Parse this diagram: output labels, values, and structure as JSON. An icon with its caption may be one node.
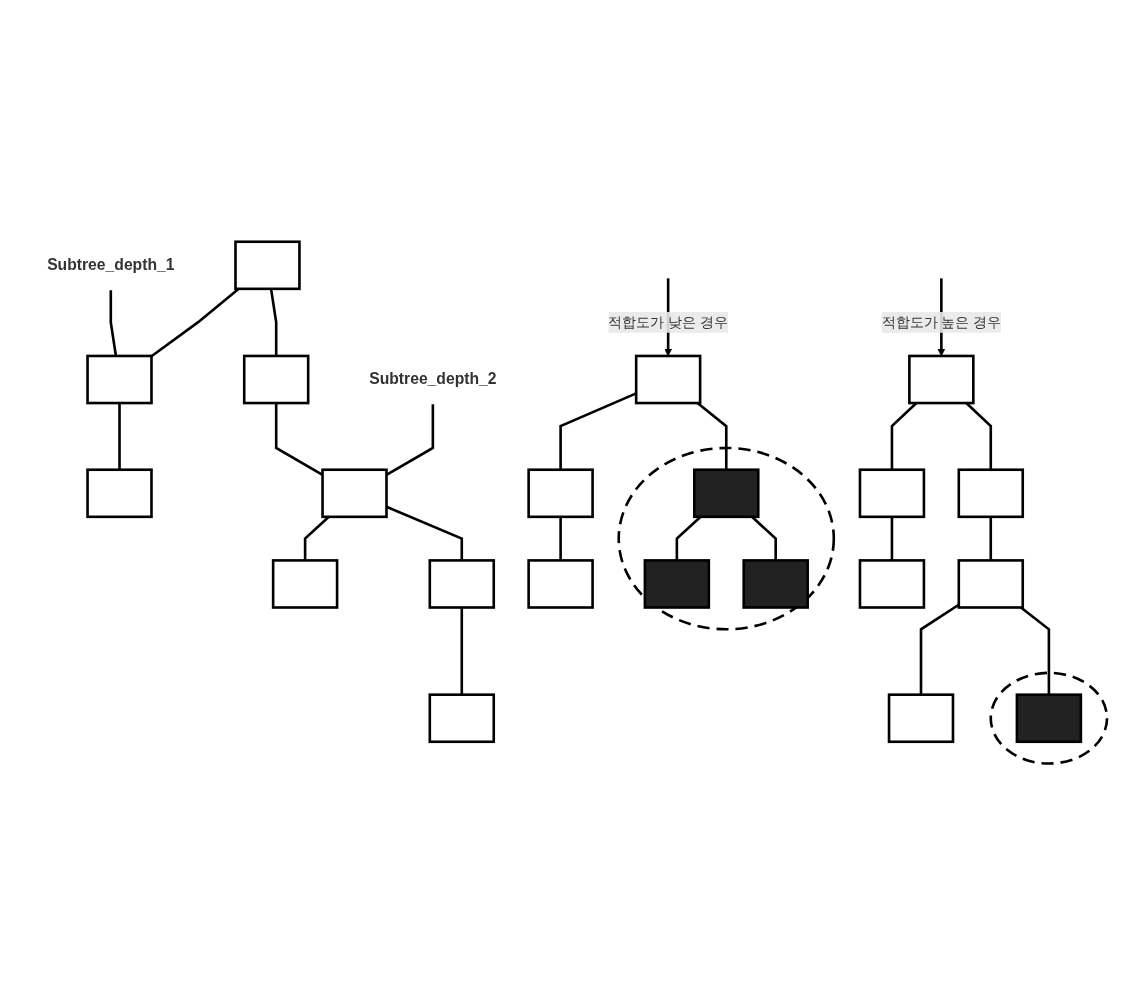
{
  "diagram": {
    "nodes": [
      {
        "text": [],
        "shape": "box"
      },
      {
        "text": [
          "Subtree_depth_1"
        ]
      },
      {
        "text": [],
        "shape": "box"
      },
      {
        "text": [],
        "shape": "box"
      },
      {
        "text": [],
        "shape": "box"
      },
      {
        "text": [
          "Subtree_depth_2"
        ]
      },
      {
        "text": [],
        "shape": "box"
      },
      {
        "text": [],
        "shape": "box"
      },
      {
        "text": [],
        "shape": "box"
      },
      {
        "text": [],
        "shape": "box"
      },
      {
        "text": [],
        "shape": "box"
      },
      {
        "text": [],
        "shape": "box"
      },
      {
        "text": [],
        "shape": "box"
      },
      {
        "text": [],
        "shape": "box"
      },
      {
        "text": [],
        "shape": "box"
      },
      {
        "text": [],
        "shape": "box"
      },
      {
        "text": [],
        "shape": "circle"
      },
      {
        "text": [],
        "shape": "box",
        "in": 16
      },
      {
        "text": [],
        "shape": "box"
      },
      {
        "text": [],
        "shape": "box"
      },
      {
        "text": [],
        "shape": "circle"
      },
      {
        "text": [],
        "shape": "box",
        "in": 20
      },
      {
        "text": [],
        "shape": "box"
      },
      {
        "text": [],
        "shape": "box",
        "in": 20
      },
      {
        "text": [],
        "shape": "box",
        "in": 20
      }
    ],
    "edges": [
      {
        "from": 0,
        "to": 2,
        "arrow": "none"
      },
      {
        "from": 0,
        "to": 3,
        "arrow": "none"
      },
      {
        "from": 2,
        "to": 4,
        "arrow": "none"
      },
      {
        "from": 3,
        "to": 6,
        "arrow": "none"
      },
      {
        "from": 6,
        "to": 7,
        "arrow": "none"
      },
      {
        "from": 6,
        "to": 8,
        "arrow": "none"
      },
      {
        "from": 8,
        "to": 9,
        "arrow": "none"
      },
      {
        "from": 1,
        "to": 2,
        "arrow": "none"
      },
      {
        "from": 5,
        "to": 6,
        "arrow": "none"
      },
      {
        "from": null,
        "to": 10,
        "arrow": "to",
        "label": "적합도가 높은 경우"
      },
      {
        "from": null,
        "to": 18,
        "arrow": "to",
        "label": "적합도가 낮은 경우"
      },
      {
        "from": 10,
        "to": 11,
        "arrow": "none"
      },
      {
        "from": 10,
        "to": 12,
        "arrow": "none"
      },
      {
        "from": 11,
        "to": 13,
        "arrow": "none"
      },
      {
        "from": 12,
        "to": 14,
        "arrow": "none"
      },
      {
        "from": 14,
        "to": 15,
        "arrow": "none"
      },
      {
        "from": 14,
        "to": 17,
        "arrow": "none"
      },
      {
        "from": 18,
        "to": 19,
        "arrow": "none"
      },
      {
        "from": 18,
        "to": 21,
        "arrow": "none"
      },
      {
        "from": 19,
        "to": 22,
        "arrow": "none"
      },
      {
        "from": 21,
        "to": 23,
        "arrow": "none"
      },
      {
        "from": 21,
        "to": 24,
        "arrow": "none"
      }
    ]
  }
}
